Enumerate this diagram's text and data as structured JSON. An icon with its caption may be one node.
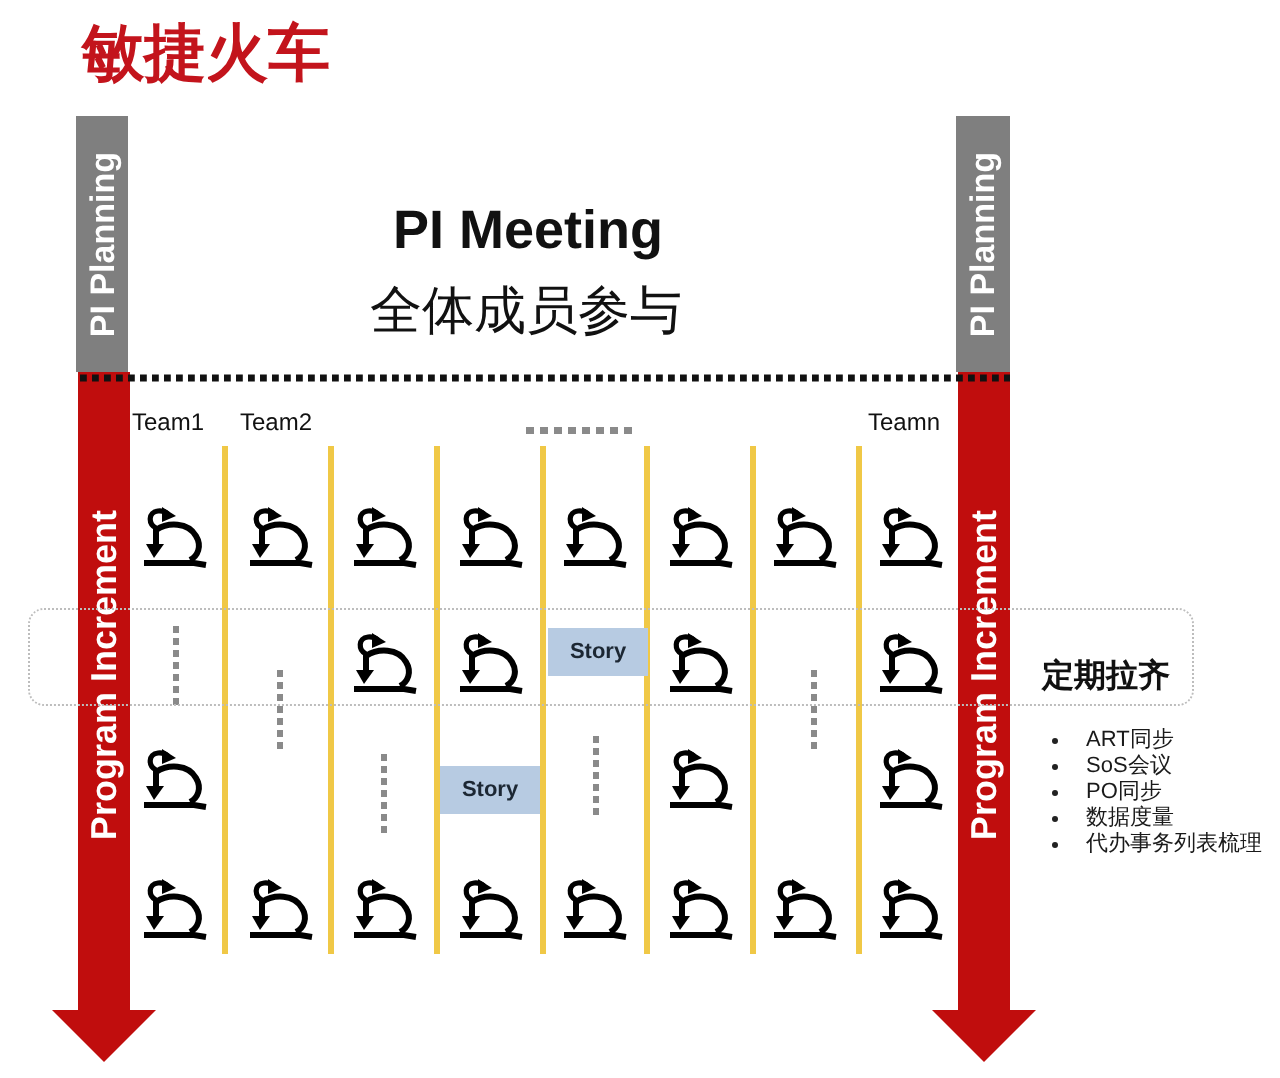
{
  "diagram": {
    "title": "敏捷火车",
    "nodes": [
      {
        "text": [
          "PI Planning"
        ]
      },
      {
        "text": [
          "PI Planning"
        ]
      },
      {
        "text": [
          "Program Increment"
        ]
      },
      {
        "text": [
          "Program Increment"
        ]
      },
      {
        "text": [
          "定期拉齐"
        ],
        "beside": [
          "ART同步",
          "SoS会议",
          "PO同步",
          "数据度量",
          "代办事务列表梳理"
        ]
      },
      {
        "text": [
          "Story"
        ],
        "in": 4
      },
      {
        "text": [
          "Story"
        ]
      }
    ],
    "labels": [
      "PI Meeting",
      "全体成员参与",
      "Team1",
      "Team2",
      "Teamn"
    ]
  }
}
